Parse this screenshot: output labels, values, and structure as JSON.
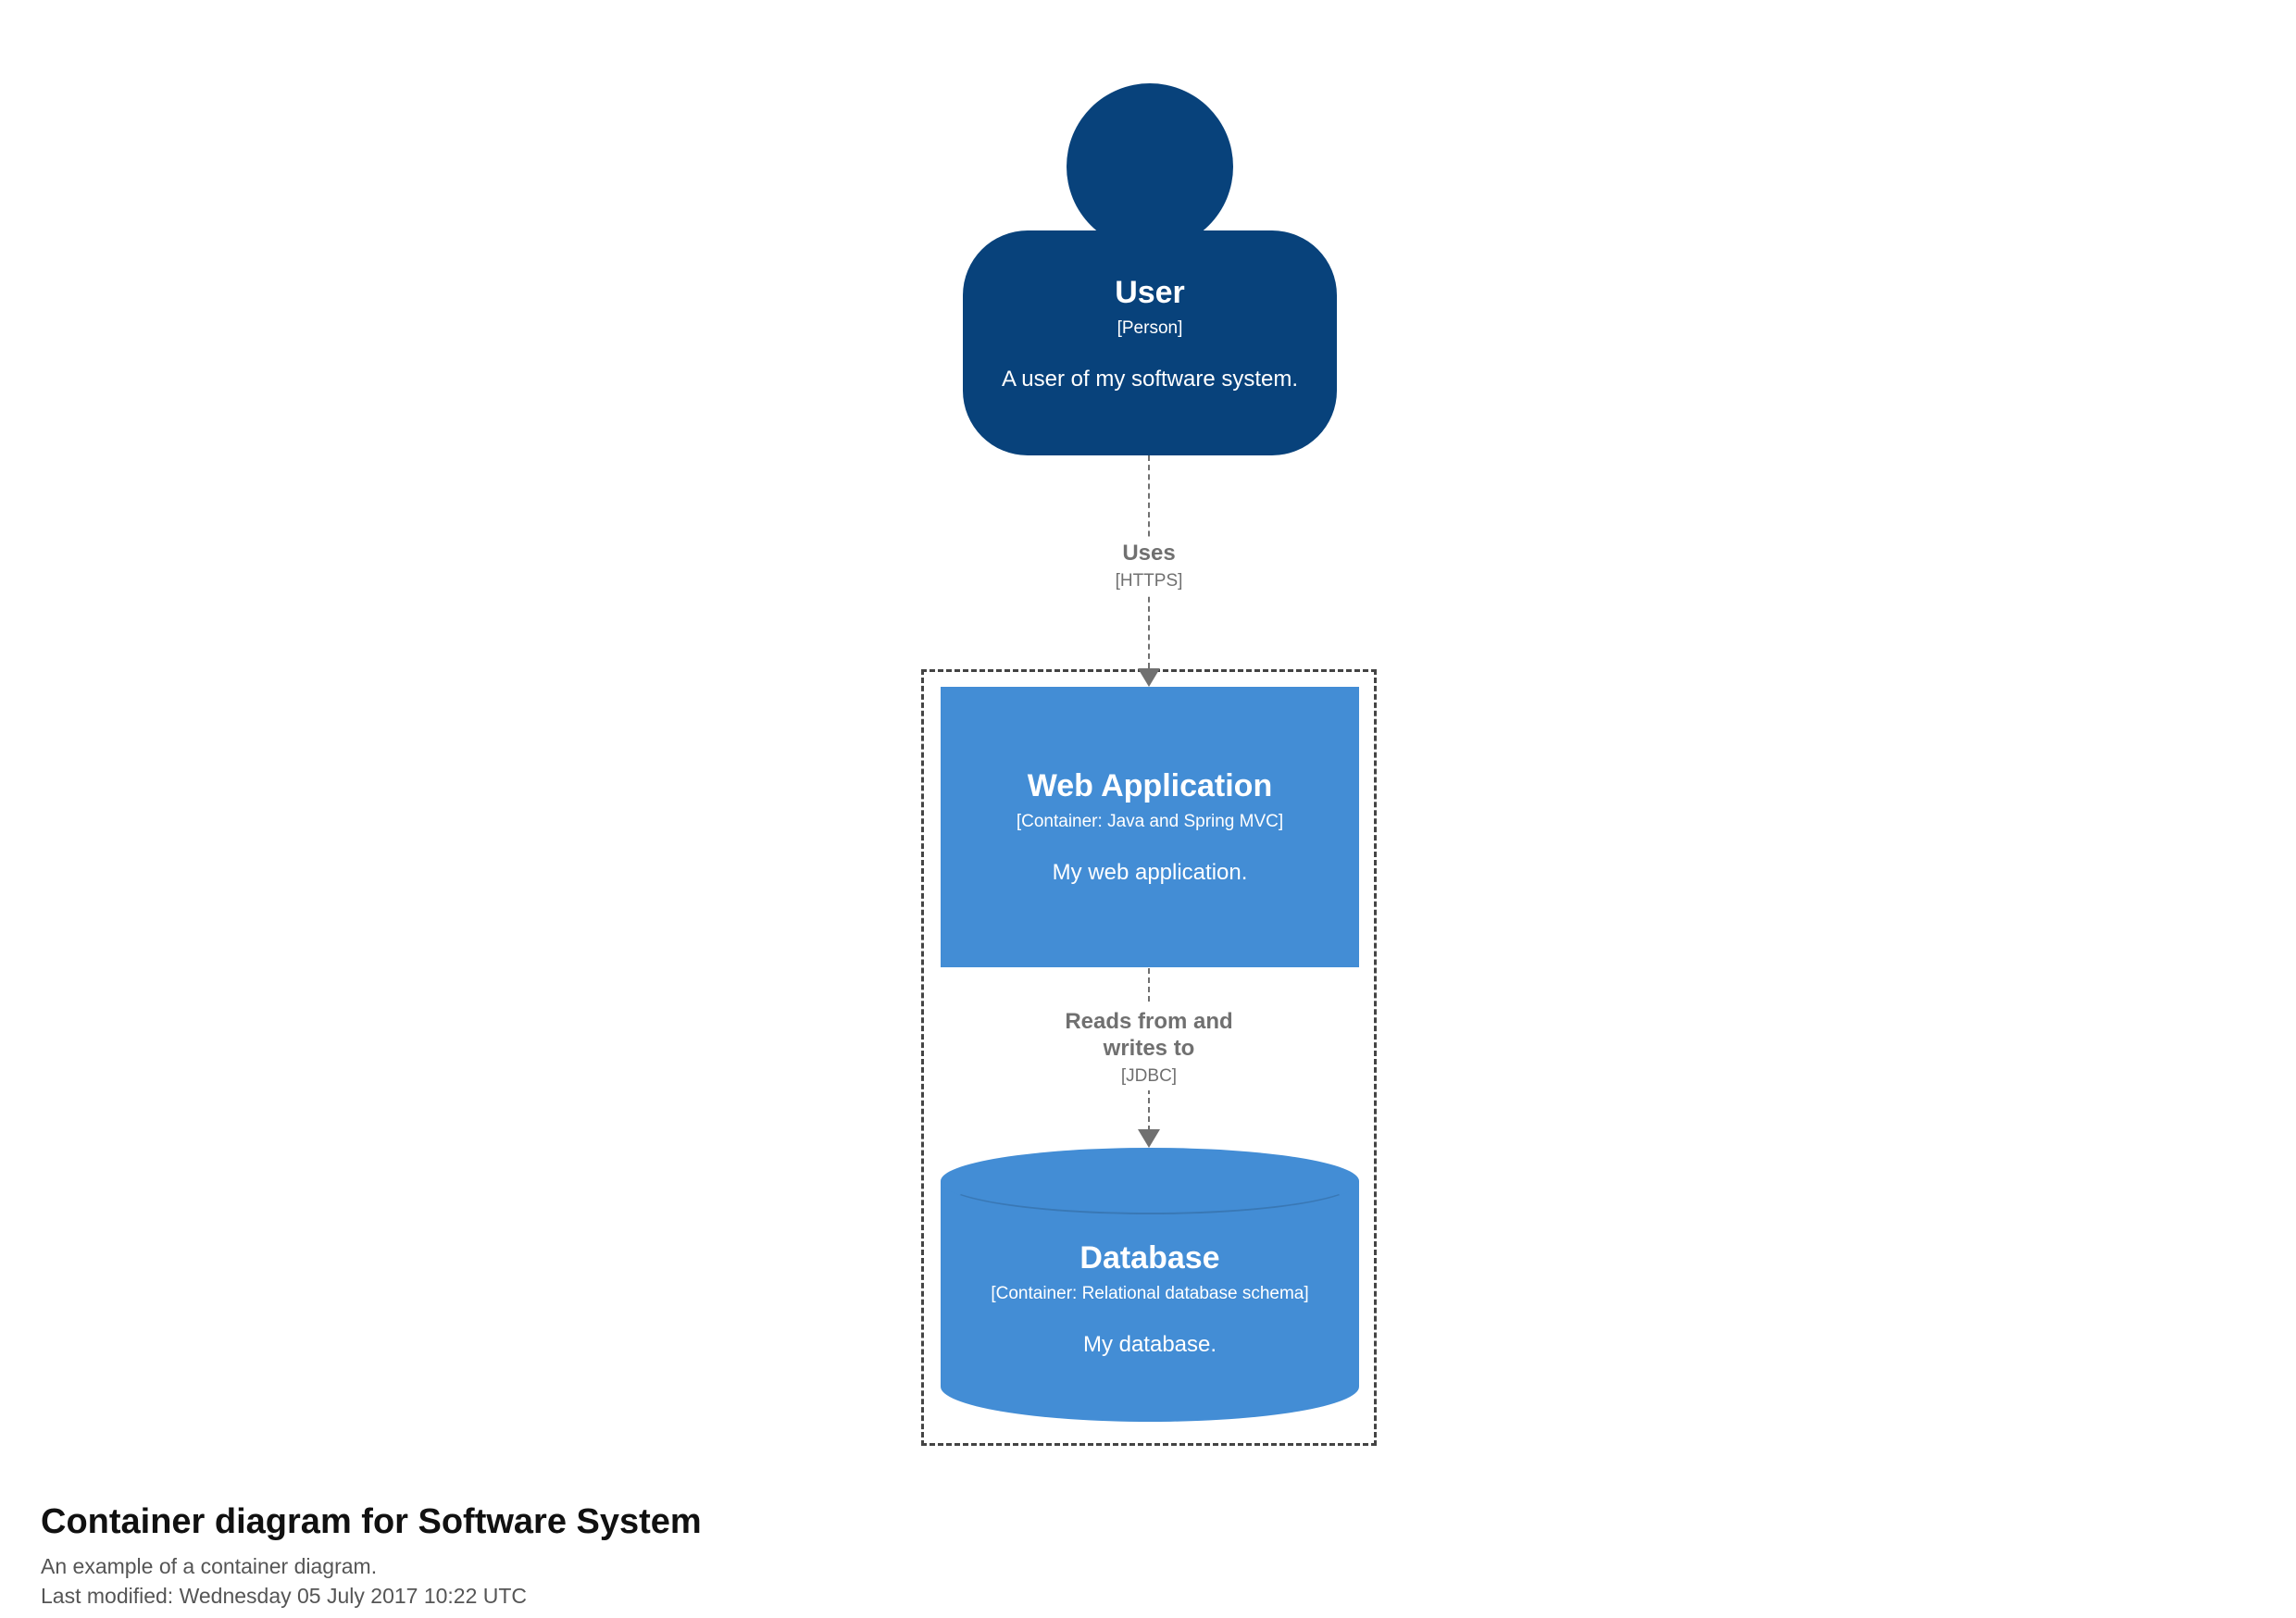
{
  "diagram": {
    "person": {
      "name": "User",
      "type": "[Person]",
      "description": "A user of my software system."
    },
    "relationships": [
      {
        "label": "Uses",
        "technology": "[HTTPS]"
      },
      {
        "label": "Reads from and writes to",
        "technology": "[JDBC]"
      }
    ],
    "containers": [
      {
        "name": "Web Application",
        "type": "[Container: Java and Spring MVC]",
        "description": "My web application."
      },
      {
        "name": "Database",
        "type": "[Container: Relational database schema]",
        "description": "My database."
      }
    ],
    "colors": {
      "person": "#08427b",
      "container": "#438dd5",
      "arrow": "#707070",
      "boundary": "#444444"
    }
  },
  "footer": {
    "title": "Container diagram for Software System",
    "subtitle": "An example of a container diagram.",
    "last_modified": "Last modified: Wednesday 05 July 2017 10:22 UTC"
  }
}
